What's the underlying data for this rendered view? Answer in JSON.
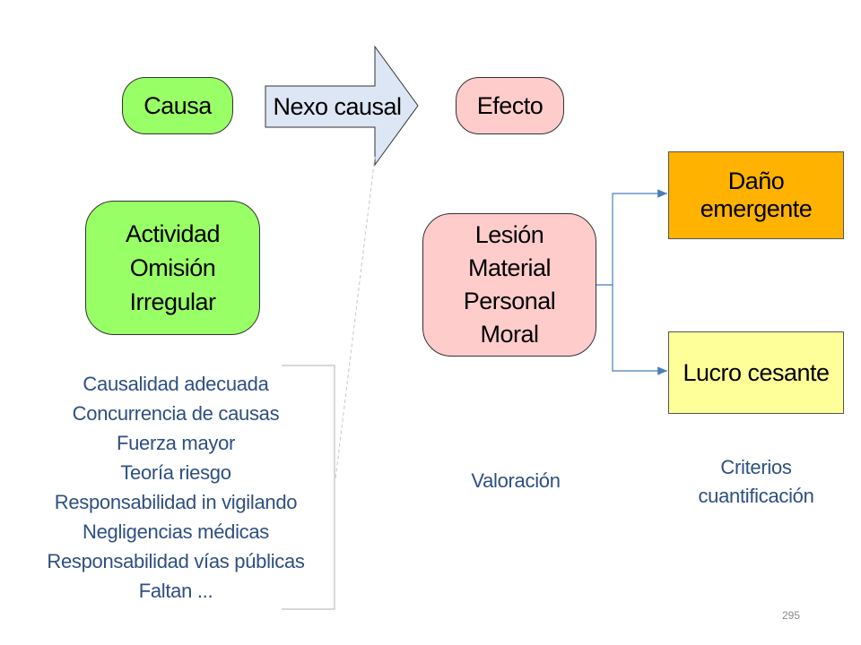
{
  "diagram": {
    "causa": "Causa",
    "nexo": "Nexo causal",
    "efecto": "Efecto",
    "causa_detail": [
      "Actividad",
      "Omisión",
      "Irregular"
    ],
    "efecto_detail": [
      "Lesión",
      "Material",
      "Personal",
      "Moral"
    ],
    "dano_emergente": "Daño emergente",
    "lucro_cesante": "Lucro cesante",
    "nexo_list": [
      "Causalidad adecuada",
      "Concurrencia de causas",
      "Fuerza mayor",
      "Teoría riesgo",
      "Responsabilidad in vigilando",
      "Negligencias médicas",
      "Responsabilidad vías públicas",
      "Faltan ..."
    ],
    "valoracion": "Valoración",
    "criterios": [
      "Criterios",
      "cuantificación"
    ]
  },
  "page_number": "295",
  "colors": {
    "green": "#99ff66",
    "pink": "#ffcccc",
    "orange": "#ffb300",
    "yellow": "#ffff99",
    "arrow_fill": "#dce6f4",
    "blue_text": "#2e4f82",
    "connector": "#4a7ebb"
  }
}
